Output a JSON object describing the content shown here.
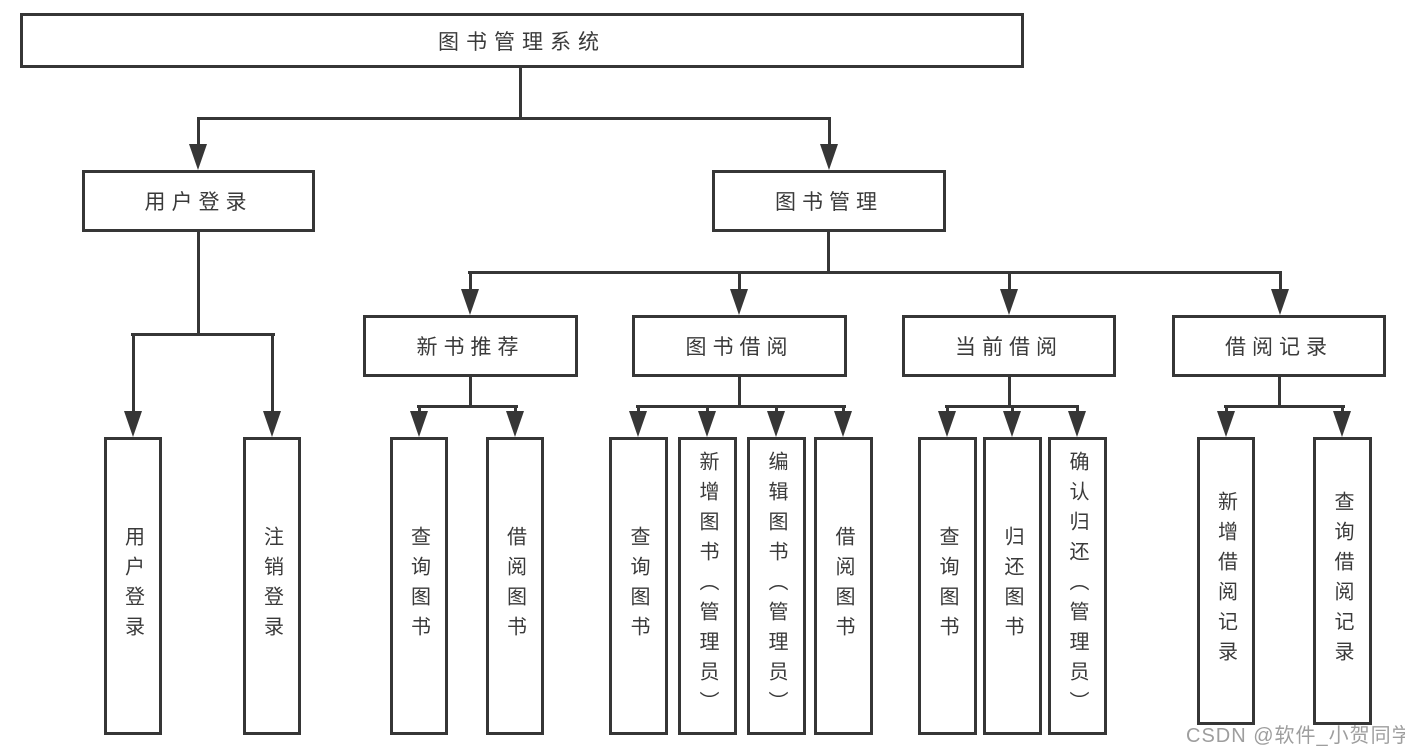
{
  "colors": {
    "line": "#363636",
    "text": "#3a3a3a",
    "background": "#ffffff",
    "watermark": "#9e9e9e"
  },
  "nodes": {
    "root": "图书管理系统",
    "user_login": "用户登录",
    "book_management": "图书管理",
    "new_book_recommend": "新书推荐",
    "book_borrowing": "图书借阅",
    "current_borrowing": "当前借阅",
    "borrowing_records": "借阅记录",
    "leaf_user_login": "用户登录",
    "leaf_logout": "注销登录",
    "leaf_query_books_recommend": "查询图书",
    "leaf_borrow_books_recommend": "借阅图书",
    "leaf_query_books_borrowing": "查询图书",
    "leaf_add_books_admin": "新增图书（管理员）",
    "leaf_edit_books_admin": "编辑图书（管理员）",
    "leaf_borrow_books_borrowing": "借阅图书",
    "leaf_query_books_current": "查询图书",
    "leaf_return_books": "归还图书",
    "leaf_confirm_return_admin": "确认归还（管理员）",
    "leaf_add_borrow_record": "新增借阅记录",
    "leaf_query_borrow_record": "查询借阅记录"
  },
  "watermark": "CSDN @软件_小贺同学"
}
